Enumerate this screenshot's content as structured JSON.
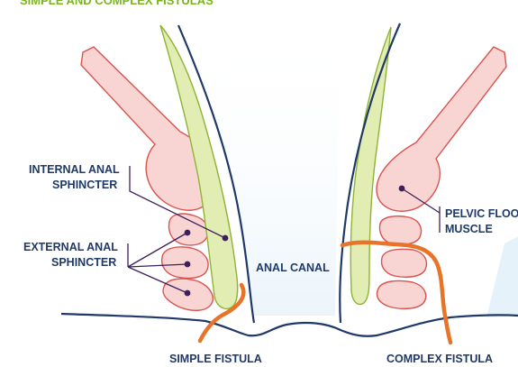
{
  "title": "SIMPLE AND COMPLEX FISTULAS",
  "labels": {
    "internal_anal_sphincter": [
      "INTERNAL ANAL",
      "SPHINCTER"
    ],
    "external_anal_sphincter": [
      "EXTERNAL ANAL",
      "SPHINCTER"
    ],
    "pelvic_floor_muscle": [
      "PELVIC FLOO",
      "MUSCLE"
    ],
    "anal_canal": "ANAL CANAL",
    "simple_fistula": "SIMPLE FISTULA",
    "complex_fistula": "COMPLEX FISTULA"
  },
  "colors": {
    "title": "#7ab51d",
    "label_text": "#1f3a68",
    "outline": "#1f3a68",
    "muscle_fill": "#f8d5d2",
    "muscle_stroke": "#d9534f",
    "internal_sphincter_fill": "#e2edb3",
    "internal_sphincter_stroke": "#8fb336",
    "fistula": "#e8742a",
    "canal_fill": "#eaf3fa",
    "pointer_dot": "#3d1f5c",
    "leader_line": "#3d1f5c"
  }
}
